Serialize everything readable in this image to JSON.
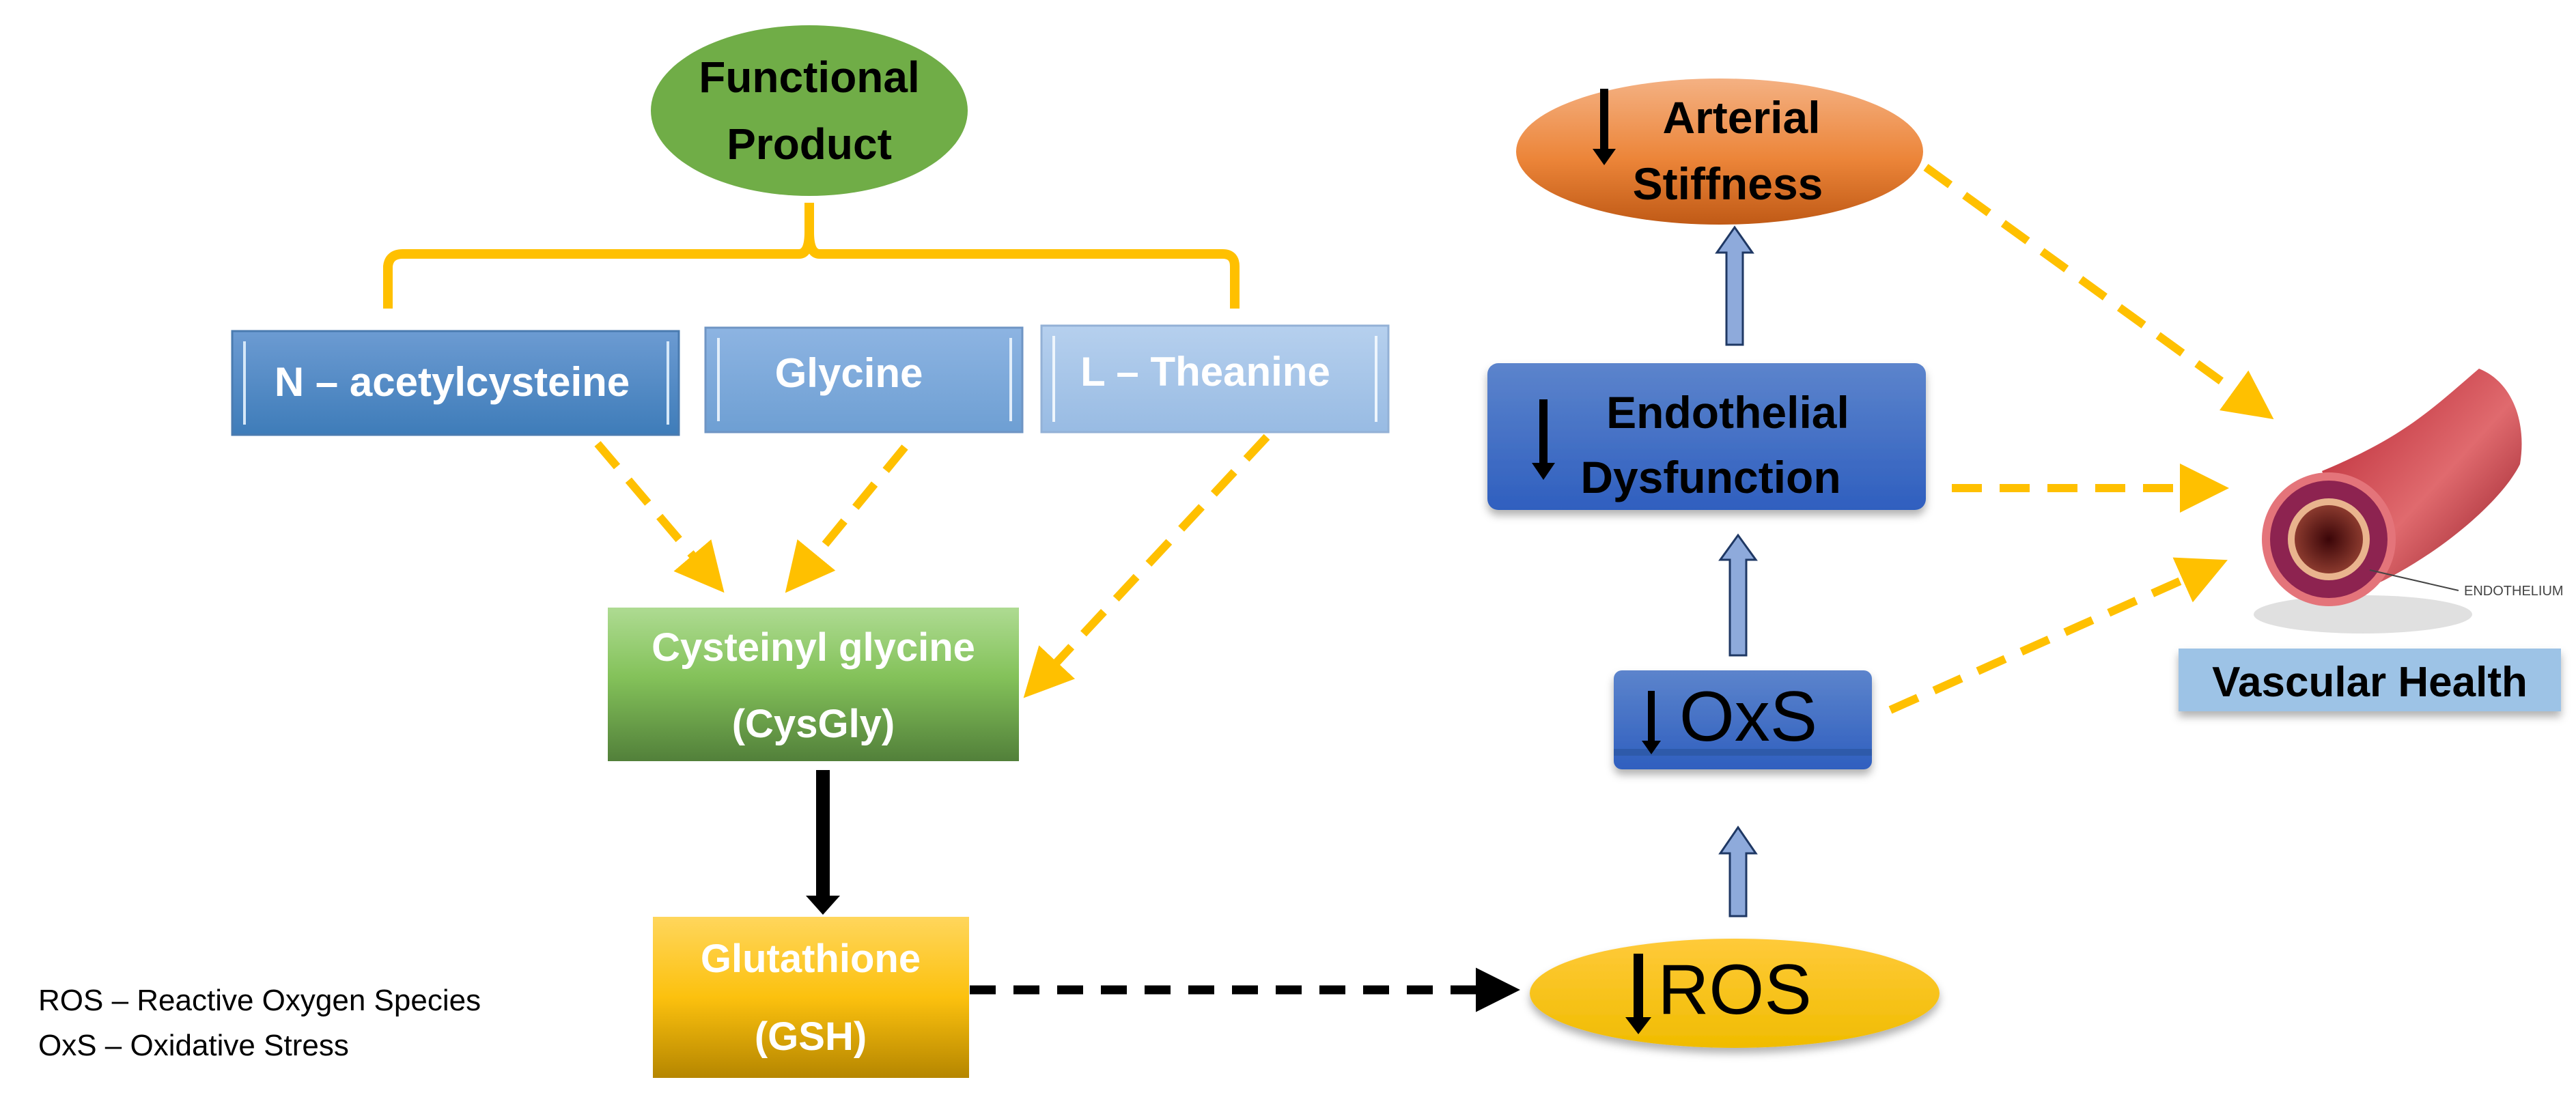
{
  "diagram": {
    "root": {
      "line1": "Functional",
      "line2": "Product"
    },
    "ingredients": [
      {
        "label": "N – acetylcysteine"
      },
      {
        "label": "Glycine"
      },
      {
        "label": "L – Theanine"
      }
    ],
    "cysgly": {
      "line1": "Cysteinyl glycine",
      "line2": "(CysGly)"
    },
    "gsh": {
      "line1": "Glutathione",
      "line2": "(GSH)"
    },
    "ros": {
      "label": "ROS"
    },
    "oxs": {
      "label": "OxS"
    },
    "endothelial": {
      "line1": "Endothelial",
      "line2": "Dysfunction"
    },
    "arterial": {
      "line1": "Arterial",
      "line2": "Stiffness"
    },
    "vessel": {
      "annotation": "ENDOTHELIUM",
      "caption": "Vascular Health"
    },
    "legend": [
      "ROS – Reactive Oxygen Species",
      "OxS – Oxidative Stress"
    ],
    "colors": {
      "yellow_arrow": "#FFC000",
      "green_root": "#70AD47",
      "blue_box": "#4472C4",
      "orange": "#ED7D31",
      "gold": "#FFC000"
    }
  }
}
